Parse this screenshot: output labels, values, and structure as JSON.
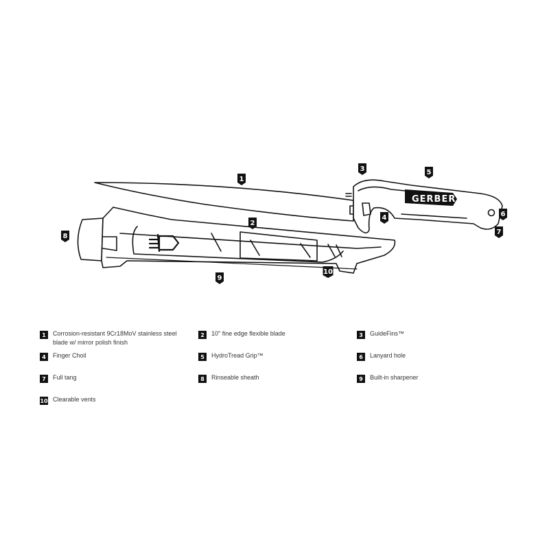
{
  "brand": {
    "name": "GERBER"
  },
  "colors": {
    "ink": "#111111",
    "fill": "#ffffff"
  },
  "callouts": [
    {
      "num": "1",
      "label": "Corrosion-resistant 9Cr18MoV stainless steel blade w/ mirror polish finish"
    },
    {
      "num": "2",
      "label": "10\" fine edge flexible blade"
    },
    {
      "num": "3",
      "label": "GuideFins™"
    },
    {
      "num": "4",
      "label": "Finger Choil"
    },
    {
      "num": "5",
      "label": "HydroTread Grip™"
    },
    {
      "num": "6",
      "label": "Lanyard hole"
    },
    {
      "num": "7",
      "label": "Full tang"
    },
    {
      "num": "8",
      "label": "Rinseable sheath"
    },
    {
      "num": "9",
      "label": "Built-in sharpener"
    },
    {
      "num": "10",
      "label": "Clearable vents"
    }
  ]
}
